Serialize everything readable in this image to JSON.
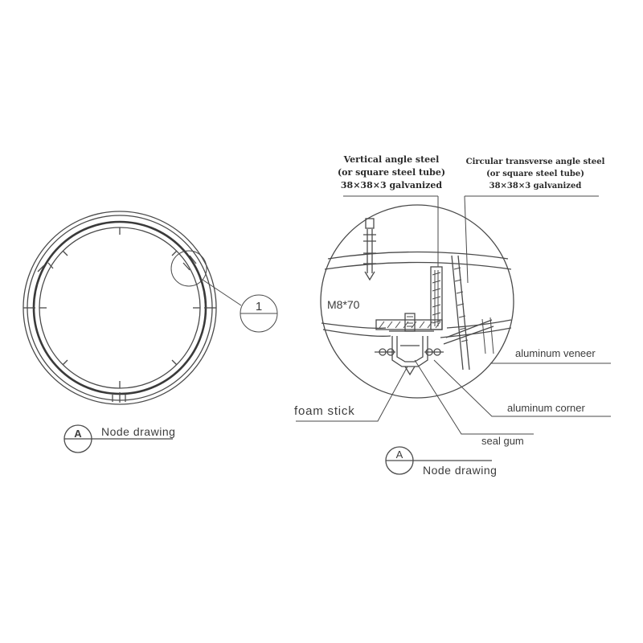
{
  "left_view": {
    "detail_ref": "1",
    "section_mark": "A",
    "caption": "Node drawing"
  },
  "right_view": {
    "vertical_steel": [
      "Vertical angle steel",
      "(or square steel tube)",
      "38×38×3 galvanized"
    ],
    "circular_steel": [
      "Circular transverse angle steel",
      "(or square steel tube)",
      "38×38×3 galvanized"
    ],
    "bolt_label": "M8*70",
    "aluminum_veneer": "aluminum veneer",
    "aluminum_corner": "aluminum corner",
    "foam_stick": "foam stick",
    "seal_gum": "seal gum",
    "section_mark": "A",
    "caption": "Node drawing"
  }
}
